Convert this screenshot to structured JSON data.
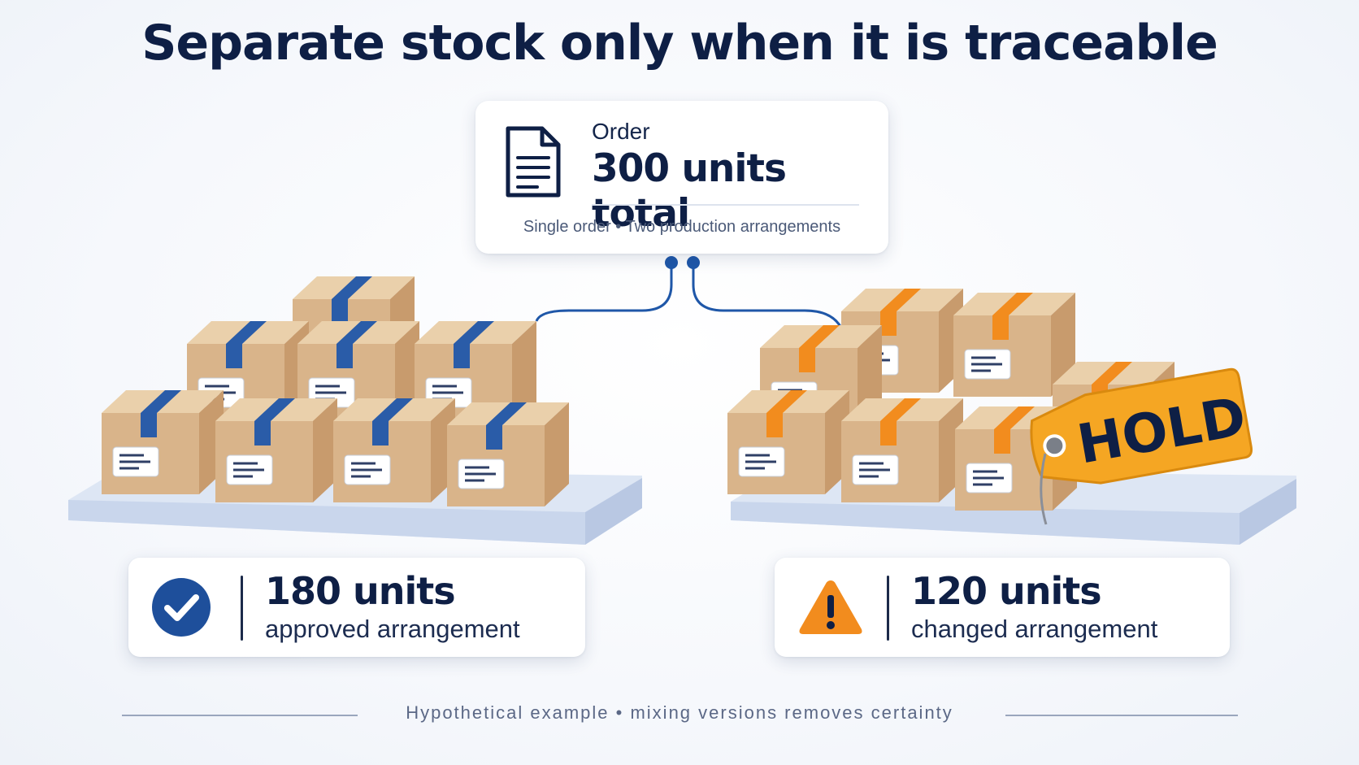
{
  "title": "Separate stock only when it is traceable",
  "order": {
    "label": "Order",
    "total": "300 units total",
    "subtitle": "Single order • Two production arrangements",
    "icon": "document-icon"
  },
  "approved": {
    "units": "180 units",
    "description": "approved arrangement",
    "icon": "checkmark-circle-icon",
    "tape_color": "#2a5ca8"
  },
  "changed": {
    "units": "120 units",
    "description": "changed arrangement",
    "icon": "warning-triangle-icon",
    "tape_color": "#f28c1e",
    "tag_label": "HOLD"
  },
  "footer": "Hypothetical example • mixing versions removes certainty",
  "colors": {
    "navy": "#0e1f45",
    "connector_blue": "#1f57a8",
    "box_cardboard": "#d9b48a",
    "hold_tag": "#f5a623"
  }
}
